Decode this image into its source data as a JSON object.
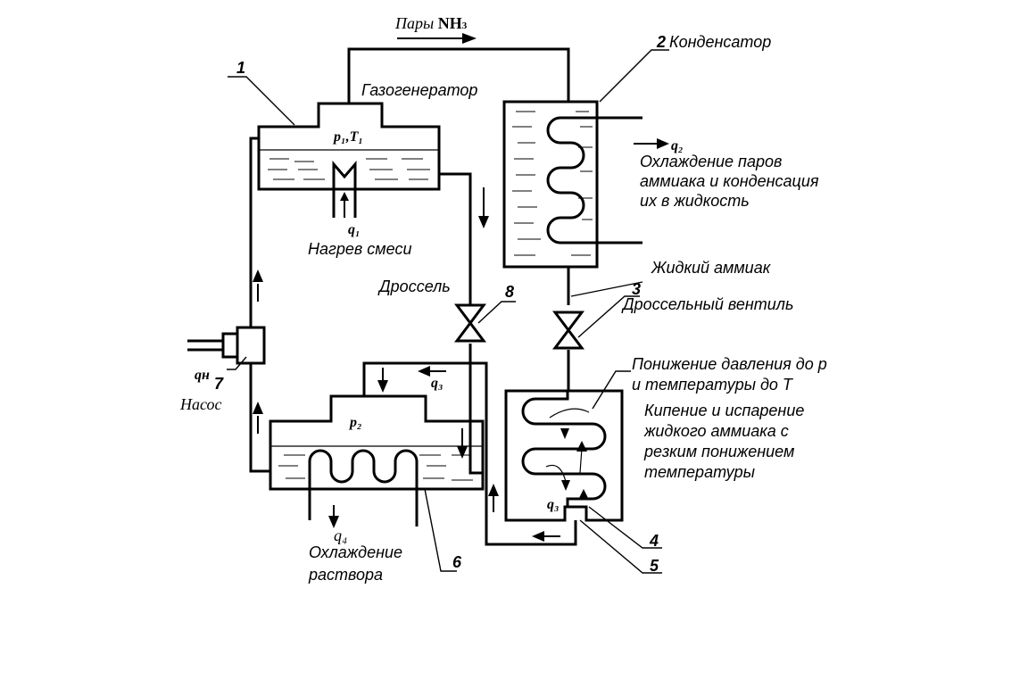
{
  "labels": {
    "vapor_nh3_prefix": "Пары ",
    "vapor_nh3_formula": "NH",
    "vapor_nh3_sub": "3",
    "generator": "Газогенератор",
    "condenser": "Конденсатор",
    "p1t1": "p₁,T₁",
    "q1": "q₁",
    "heating": "Нагрев смеси",
    "q2": "q₂",
    "cooling_line1": "Охлаждение паров",
    "cooling_line2": "аммиака и конденсация",
    "cooling_line3": "их в жидкость",
    "liquid_ammonia": "Жидкий аммиак",
    "throttle_valve": "Дроссельный вентиль",
    "throttle": "Дроссель",
    "pressure_line1": "Понижение давления до p",
    "pressure_line2": "и температуры до T",
    "boiling_line1": "Кипение и испарение",
    "boiling_line2": "жидкого аммиака с",
    "boiling_line3": "резким понижением",
    "boiling_line4": "температуры",
    "qh": "qн",
    "pump": "Насос",
    "p2": "p₂",
    "q3_top": "q₃",
    "q3_evap": "q₃",
    "q4": "q₄",
    "solution_cooling_line1": "Охлаждение",
    "solution_cooling_line2": "раствора"
  },
  "numbers": {
    "n1": "1",
    "n2": "2",
    "n3": "3",
    "n4": "4",
    "n5": "5",
    "n6": "6",
    "n7": "7",
    "n8": "8"
  }
}
